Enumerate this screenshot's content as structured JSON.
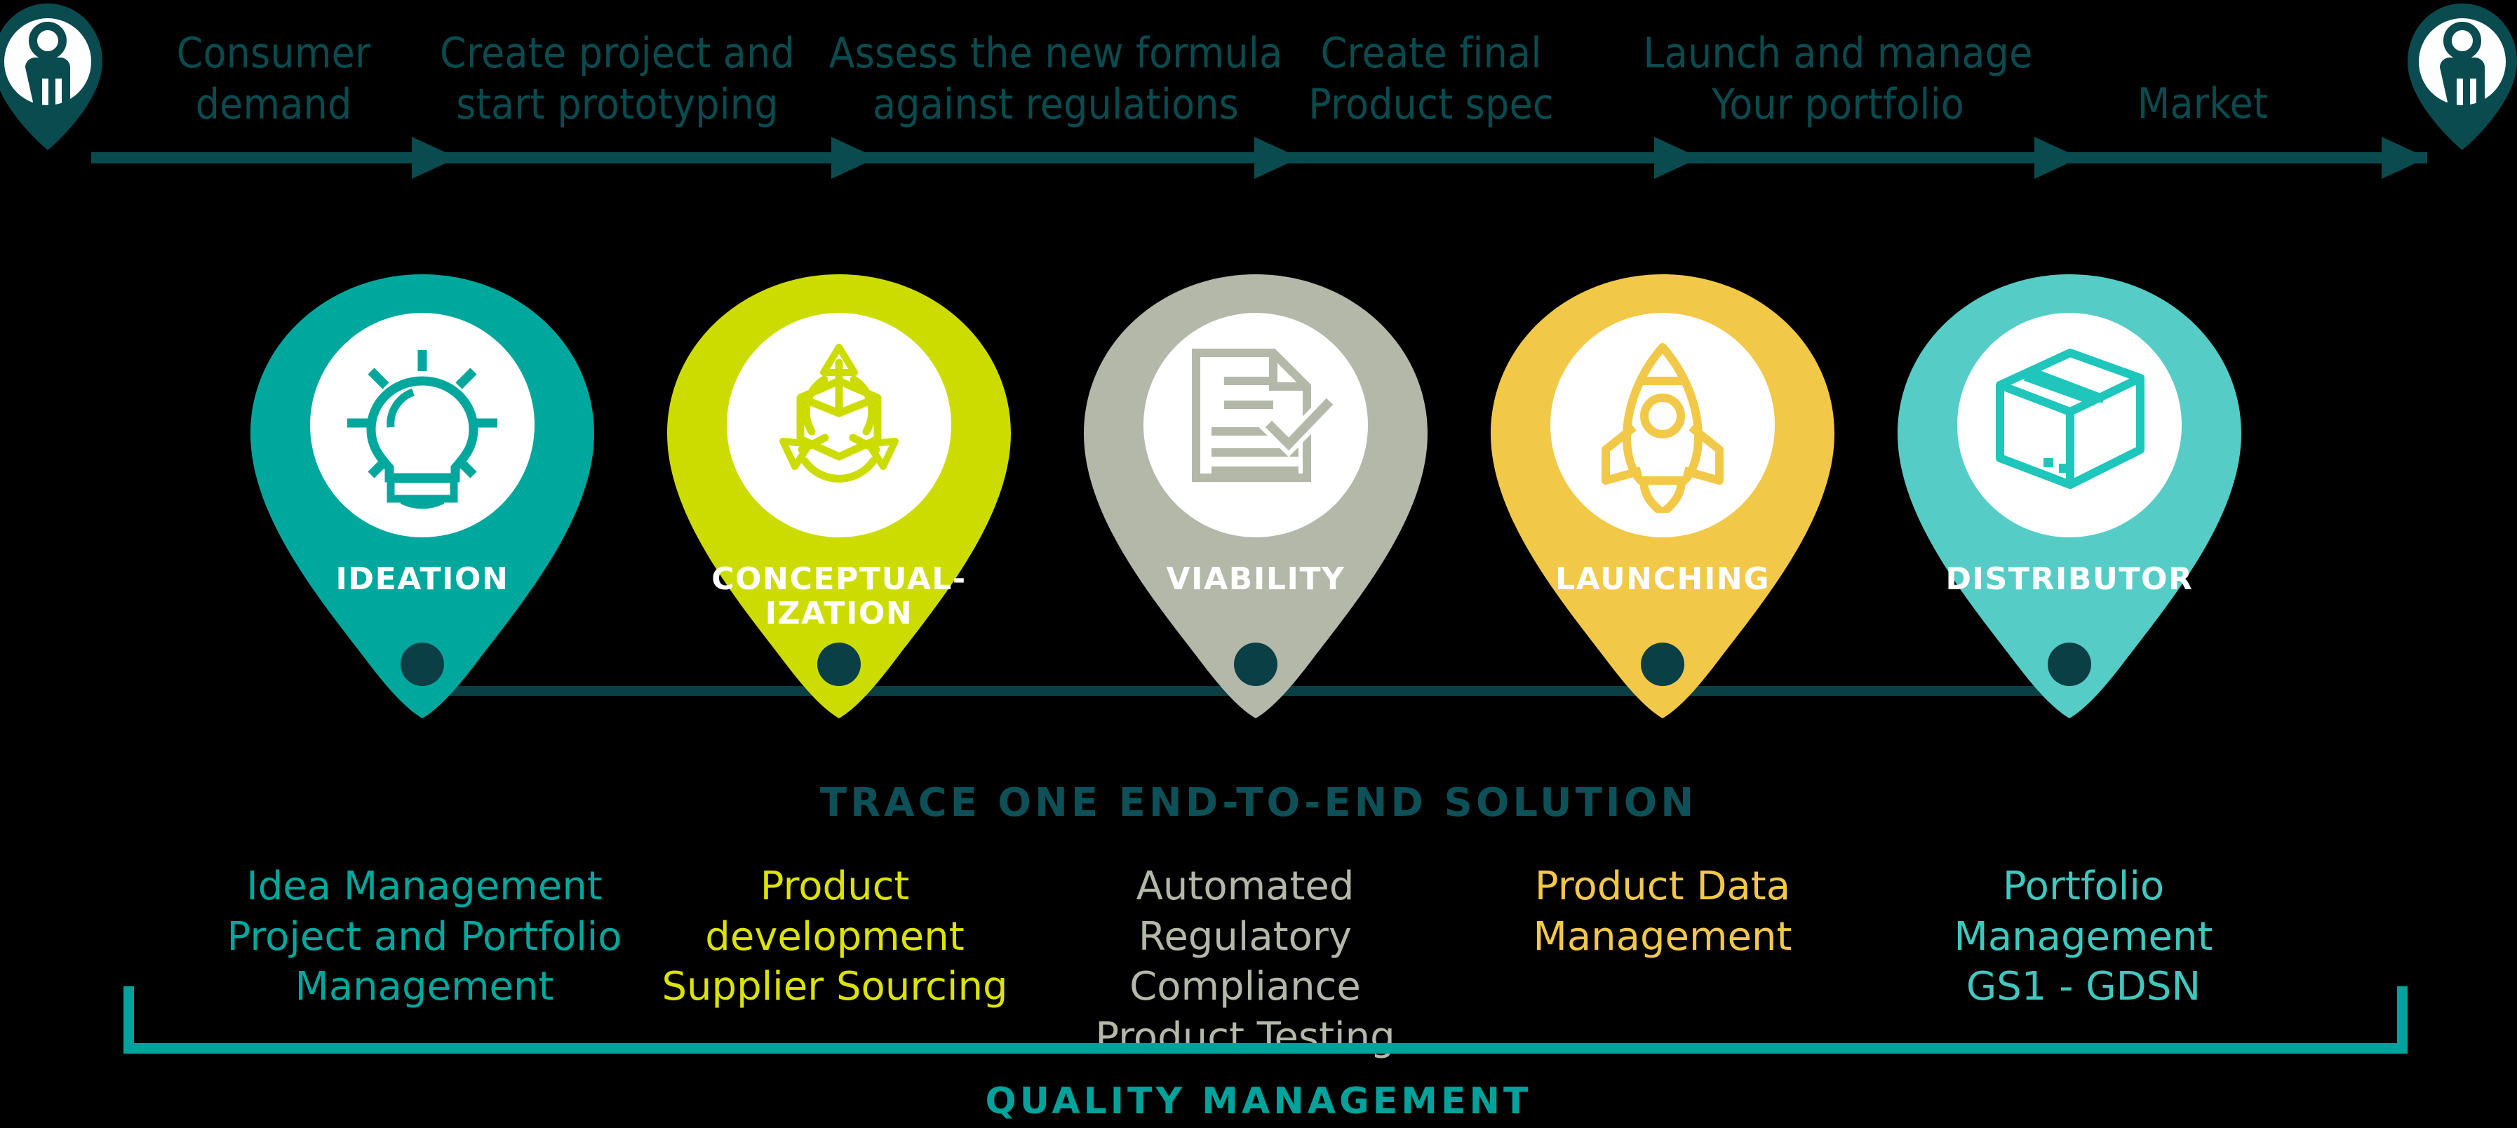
{
  "palette": {
    "background": "#000000",
    "dark_teal": "#0a4b4f",
    "rail_dark": "#0a3f45",
    "ideation": "#00a79d",
    "conceptualization": "#cddc00",
    "viability": "#b3b8a8",
    "launching": "#f2c849",
    "distributor": "#56ccc6",
    "bracket": "#00a39b",
    "white": "#ffffff"
  },
  "timeline": {
    "start_icon": "person-pin-icon",
    "end_icon": "person-pin-icon",
    "steps": [
      {
        "label": "Consumer\ndemand"
      },
      {
        "label": "Create project and\nstart prototyping"
      },
      {
        "label": "Assess the new formula\nagainst regulations"
      },
      {
        "label": "Create final\nProduct spec"
      },
      {
        "label": "Launch and manage\nYour portfolio"
      },
      {
        "label": "Market"
      }
    ]
  },
  "stages": [
    {
      "name": "IDEATION",
      "icon": "lightbulb-icon",
      "color": "#00a79d",
      "capability": "Idea Management\nProject and Portfolio\nManagement",
      "capability_color": "#00a79d"
    },
    {
      "name": "CONCEPTUAL-\nIZATION",
      "icon": "3d-cube-cycle-icon",
      "color": "#cddc00",
      "capability": "Product\ndevelopment\nSupplier Sourcing",
      "capability_color": "#dbe300"
    },
    {
      "name": "VIABILITY",
      "icon": "document-check-icon",
      "color": "#b3b8a8",
      "capability": "Automated Regulatory\nCompliance\nProduct Testing",
      "capability_color": "#b3b8a8"
    },
    {
      "name": "LAUNCHING",
      "icon": "rocket-icon",
      "color": "#f2c849",
      "capability": "Product Data\nManagement",
      "capability_color": "#f2c849"
    },
    {
      "name": "DISTRIBUTOR",
      "icon": "shipping-box-icon",
      "color": "#56ccc6",
      "capability": "Portfolio\nManagement\nGS1 - GDSN",
      "capability_color": "#3fc8bf"
    }
  ],
  "solution_title": "TRACE ONE END-TO-END SOLUTION",
  "quality_title": "QUALITY MANAGEMENT"
}
